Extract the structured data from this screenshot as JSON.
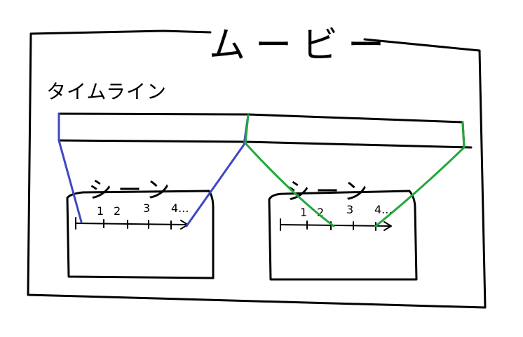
{
  "movie": {
    "title": "ムービー"
  },
  "timeline": {
    "label": "タイムライン"
  },
  "scenes": [
    {
      "label": "シーン",
      "ticks": [
        "1",
        "2",
        "3",
        "4..."
      ],
      "link_color": "#3f47c4"
    },
    {
      "label": "シーン",
      "ticks": [
        "1",
        "2",
        "3",
        "4..."
      ],
      "link_color": "#22a83a"
    }
  ]
}
